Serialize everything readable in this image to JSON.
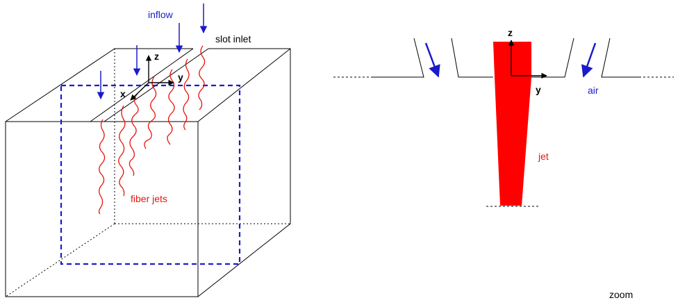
{
  "labels": {
    "inflow": "inflow",
    "slot_inlet": "slot inlet",
    "z": "z",
    "y": "y",
    "x": "x",
    "fiber_jets": "fiber jets",
    "zoom_z": "z",
    "zoom_y": "y",
    "air": "air",
    "jet": "jet",
    "zoom": "zoom"
  },
  "colors": {
    "flow_arrow": "#1a1acc",
    "jet_fill": "#ff0000",
    "fiber": "#e8140c",
    "zoom_box": "#1a1acc",
    "outline": "#000000"
  }
}
